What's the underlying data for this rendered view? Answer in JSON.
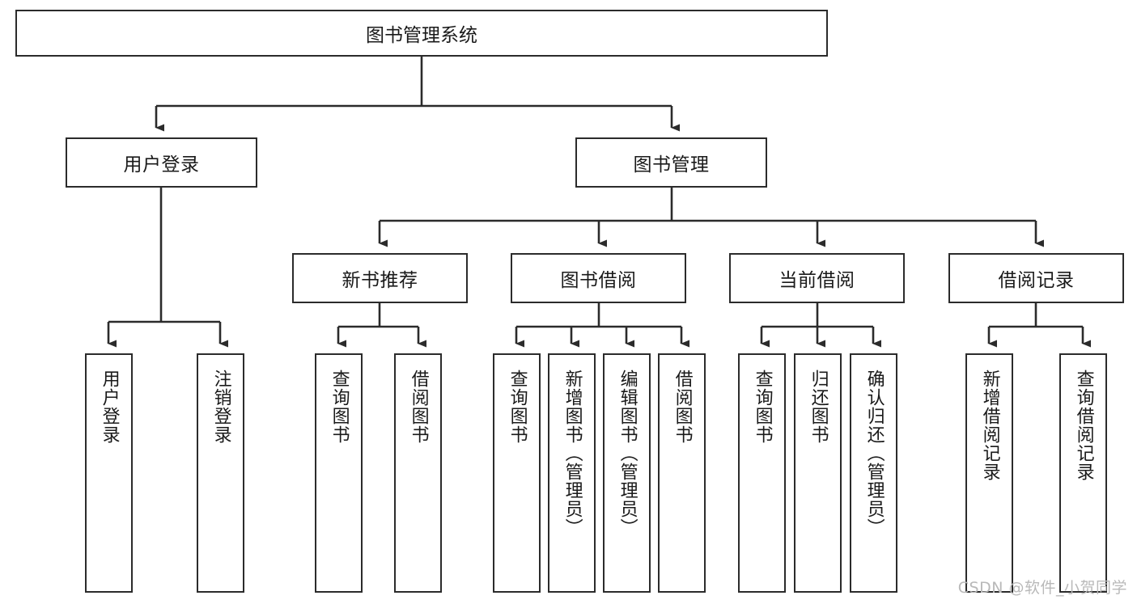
{
  "diagram": {
    "title": "图书管理系统",
    "type": "tree-hierarchy-chart",
    "root": {
      "label": "图书管理系统"
    },
    "level2": [
      {
        "label": "用户登录"
      },
      {
        "label": "图书管理"
      }
    ],
    "level3": [
      {
        "label": "新书推荐"
      },
      {
        "label": "图书借阅"
      },
      {
        "label": "当前借阅"
      },
      {
        "label": "借阅记录"
      }
    ],
    "leaves_user_login": [
      {
        "label": "用户登录"
      },
      {
        "label": "注销登录"
      }
    ],
    "leaves_new_book": [
      {
        "label": "查询图书"
      },
      {
        "label": "借阅图书"
      }
    ],
    "leaves_borrow": [
      {
        "label": "查询图书"
      },
      {
        "label": "新增图书（管理员）"
      },
      {
        "label": "编辑图书（管理员）"
      },
      {
        "label": "借阅图书"
      }
    ],
    "leaves_current": [
      {
        "label": "查询图书"
      },
      {
        "label": "归还图书"
      },
      {
        "label": "确认归还（管理员）"
      }
    ],
    "leaves_records": [
      {
        "label": "新增借阅记录"
      },
      {
        "label": "查询借阅记录"
      }
    ]
  },
  "watermark": {
    "text": "CSDN @软件_小贺同学"
  },
  "colors": {
    "border": "#2b2b2b",
    "text": "#1a1a1a",
    "background": "#ffffff",
    "watermark": "#b9b9b9"
  }
}
